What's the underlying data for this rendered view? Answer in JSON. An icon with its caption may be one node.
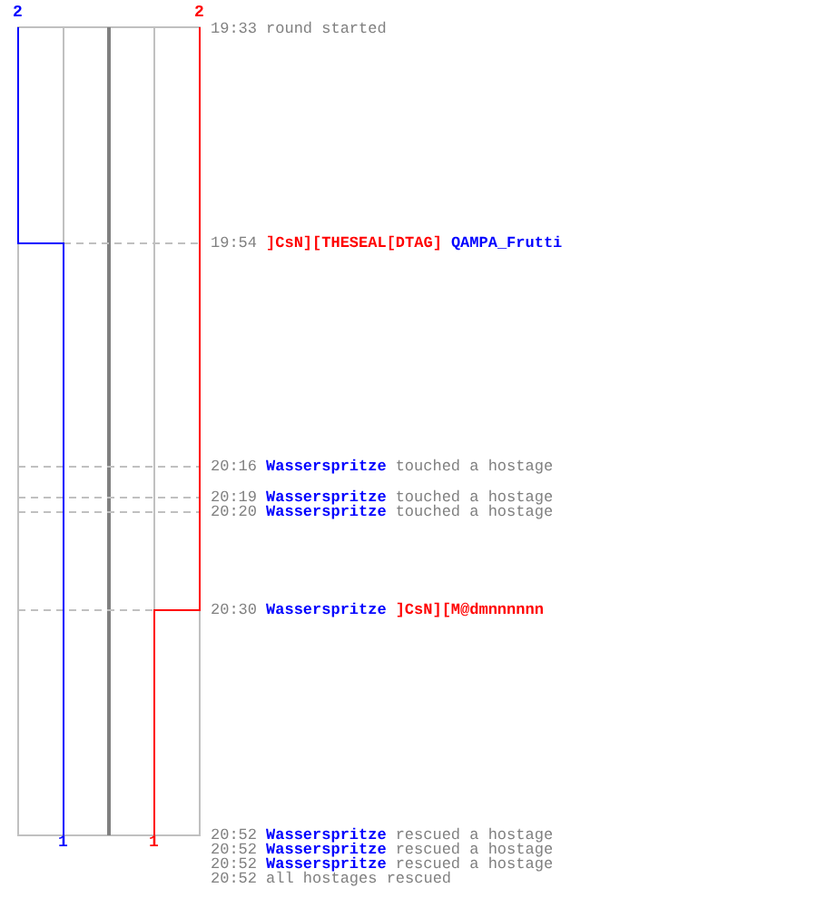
{
  "diagram": {
    "labels": [
      "2",
      "2",
      "19:33",
      "round started",
      "19:54",
      "]CsN][THESEAL[DTAG]",
      "QAMPA_Frutti",
      "20:16",
      "Wasserspritze",
      "touched a hostage",
      "20:19",
      "Wasserspritze",
      "touched a hostage",
      "20:20",
      "Wasserspritze",
      "touched a hostage",
      "20:30",
      "Wasserspritze",
      "]CsN][M@dmnnnnnn",
      "1",
      "1",
      "20:52",
      "Wasserspritze",
      "rescued a hostage",
      "20:52",
      "Wasserspritze",
      "rescued a hostage",
      "20:52",
      "Wasserspritze",
      "rescued a hostage",
      "20:52",
      "all hostages rescued"
    ]
  }
}
